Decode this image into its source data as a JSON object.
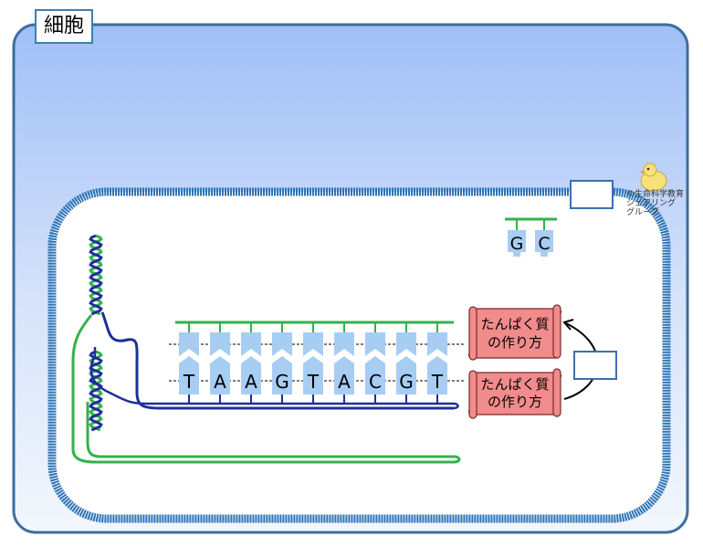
{
  "title": "細胞",
  "free_nucleotides": [
    "G",
    "C"
  ],
  "dna_bases": [
    "T",
    "A",
    "A",
    "G",
    "T",
    "A",
    "C",
    "G",
    "T"
  ],
  "scroll_labels": [
    [
      "たんぱく質",
      "の作り方"
    ],
    [
      "たんぱく質",
      "の作り方"
    ]
  ],
  "credit": [
    "©生命科学教育",
    "シェアリング",
    "グループ"
  ],
  "colors": {
    "cell_fill_top": "#9fbff7",
    "cell_fill_bottom": "#f3f7fd",
    "cell_border": "#3d6e9f",
    "nucleus_border": "#2e74b5",
    "strand_blue": "#1e2f9c",
    "strand_green": "#33b24a",
    "nucleotide_fill": "#a7cdf3",
    "scroll_fill": "#f28b8b"
  }
}
